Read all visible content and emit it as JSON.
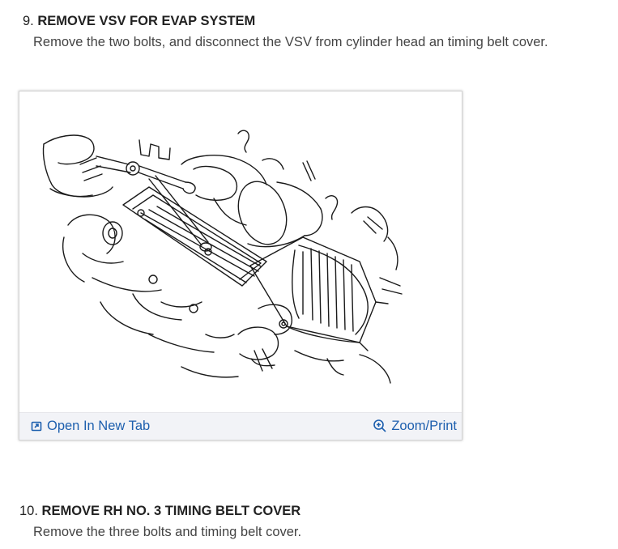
{
  "steps": [
    {
      "number": "9.",
      "heading": "REMOVE VSV FOR EVAP SYSTEM",
      "description": "Remove the two bolts, and disconnect the VSV from cylinder head an timing belt cover."
    },
    {
      "number": "10.",
      "heading": "REMOVE RH NO. 3 TIMING BELT COVER",
      "description": "Remove the three bolts and timing belt cover."
    }
  ],
  "figure": {
    "open_link": "Open In New Tab",
    "zoom_link": "Zoom/Print",
    "open_icon": "open-external-icon",
    "zoom_icon": "zoom-in-icon",
    "link_color": "#1d5fae",
    "bar_color": "#f2f3f7"
  }
}
